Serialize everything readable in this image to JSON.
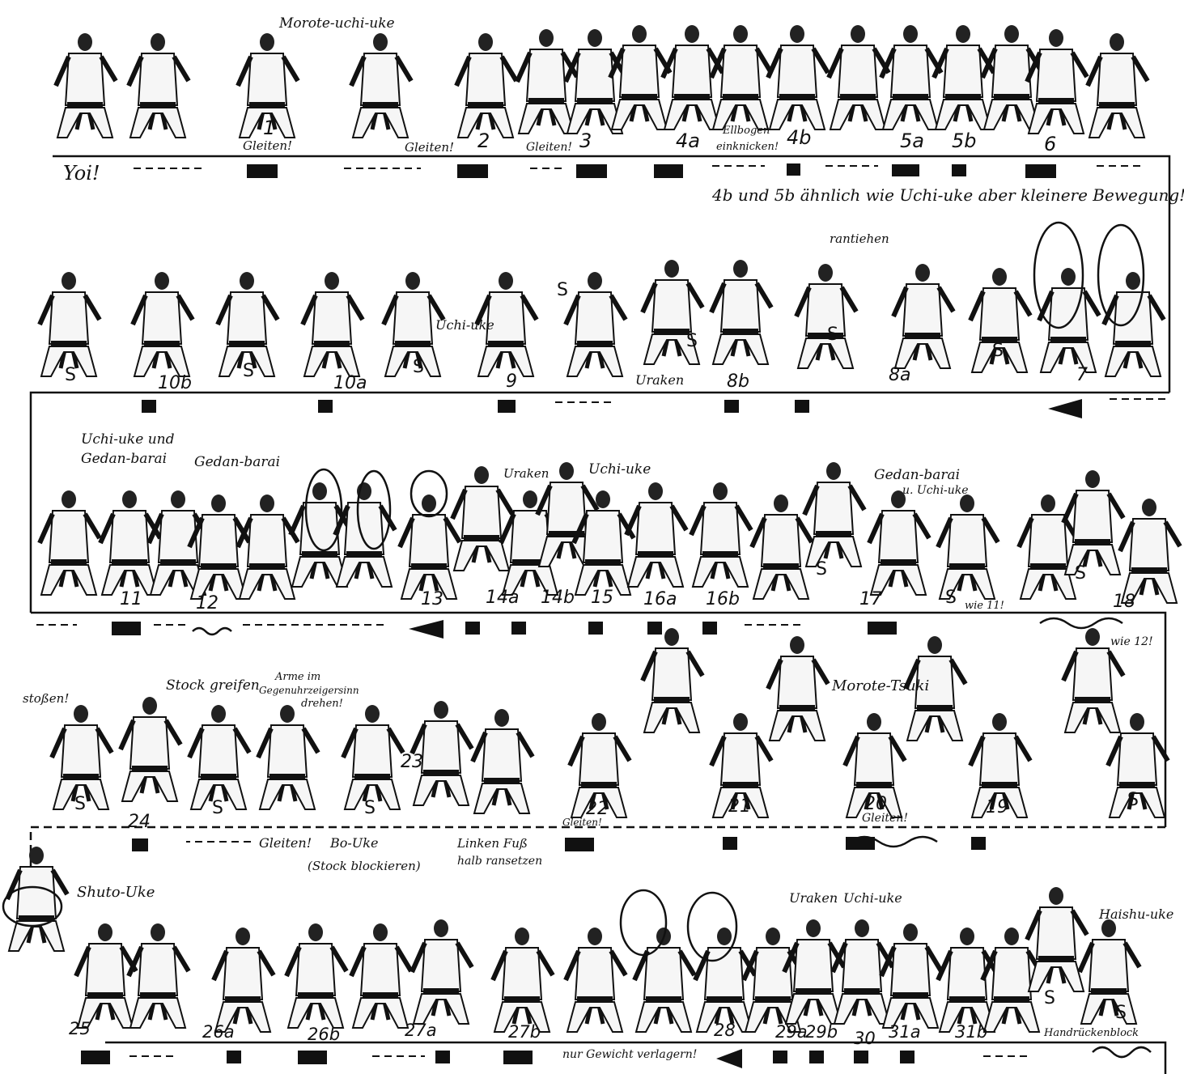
{
  "labels": {
    "yoi": "Yoi!",
    "morote_uchi_uke": "Morote-uchi-uke",
    "gleiten": "Gleiten!",
    "ellbogen": "Ellbogen",
    "einknicken": "einknicken!",
    "note_4b_5b": "4b und 5b ähnlich wie Uchi-uke aber kleinere Bewegung!",
    "rantiehen": "rantiehen",
    "uchi_uke": "Uchi-uke",
    "uraken": "Uraken",
    "uchi_uke_und": "Uchi-uke und",
    "gedan_barai": "Gedan-barai",
    "gedan_barai_u_uchi_uke": "u. Uchi-uke",
    "wie_11": "wie 11!",
    "wie_12": "wie 12!",
    "stossen": "stoßen!",
    "stock_greifen": "Stock greifen",
    "arme_im": "Arme im",
    "gegenuhrzeigersinn": "Gegenuhrzeigersinn",
    "drehen": "drehen!",
    "morote_tsuki": "Morote-Tsuki",
    "gleiten_row4": "Gleiten!",
    "bo_uke": "Bo-Uke",
    "stock_blockieren": "(Stock blockieren)",
    "linken_fuss": "Linken Fuß",
    "halb_ransetzen": "halb ransetzen",
    "shuto_uke": "Shuto-Uke",
    "nur_gewicht": "nur Gewicht verlagern!",
    "haishu_uke": "Haishu-uke",
    "handrueckenblock": "Handrückenblock",
    "s": "S"
  },
  "row1_numbers": [
    "1",
    "2",
    "3",
    "4a",
    "4b",
    "5a",
    "5b",
    "6"
  ],
  "row2_numbers": [
    "10b",
    "10a",
    "9",
    "8b",
    "8a",
    "7"
  ],
  "row3_numbers": [
    "11",
    "12",
    "13",
    "14a",
    "14b",
    "15",
    "16a",
    "16b",
    "17",
    "18"
  ],
  "row4_numbers": [
    "24",
    "23",
    "22",
    "21",
    "20",
    "19"
  ],
  "row5_numbers": [
    "25",
    "26a",
    "26b",
    "27a",
    "27b",
    "28",
    "29a",
    "29b",
    "30",
    "31a",
    "31b"
  ],
  "colors": {
    "ink": "#111111",
    "paper": "#ffffff",
    "figure_fill": "#f6f6f6"
  }
}
